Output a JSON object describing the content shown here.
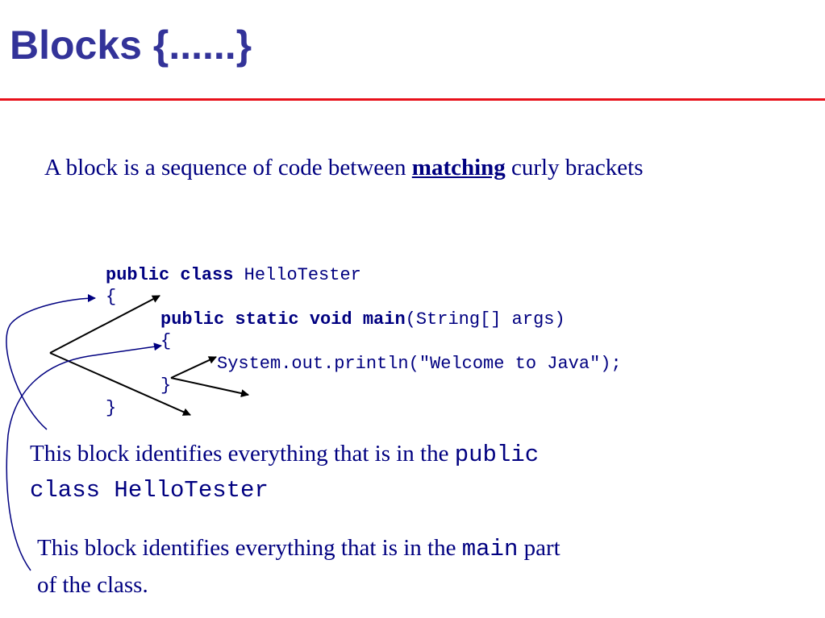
{
  "title": "Blocks {......}",
  "intro": {
    "before": "A block is a sequence of code between ",
    "emphasis": "matching",
    "after": " curly brackets"
  },
  "code": {
    "line1_kw": "public class",
    "line1_rest": " HelloTester",
    "line2": "{",
    "line3_kw": "public static void main",
    "line3_rest": "(String[] args)",
    "line4": "{",
    "line5": "System.out.println(\"Welcome to Java\");",
    "line6": "}",
    "line7": "}"
  },
  "desc1": {
    "text": "This block identifies everything that is in the ",
    "code1": "public",
    "code2": "class HelloTester"
  },
  "desc2": {
    "text": "This block identifies everything that is in the ",
    "code": "main",
    "after": " part",
    "line2": "of the class."
  },
  "colors": {
    "title": "#333399",
    "rule": "#e8101a",
    "text": "#000080"
  }
}
